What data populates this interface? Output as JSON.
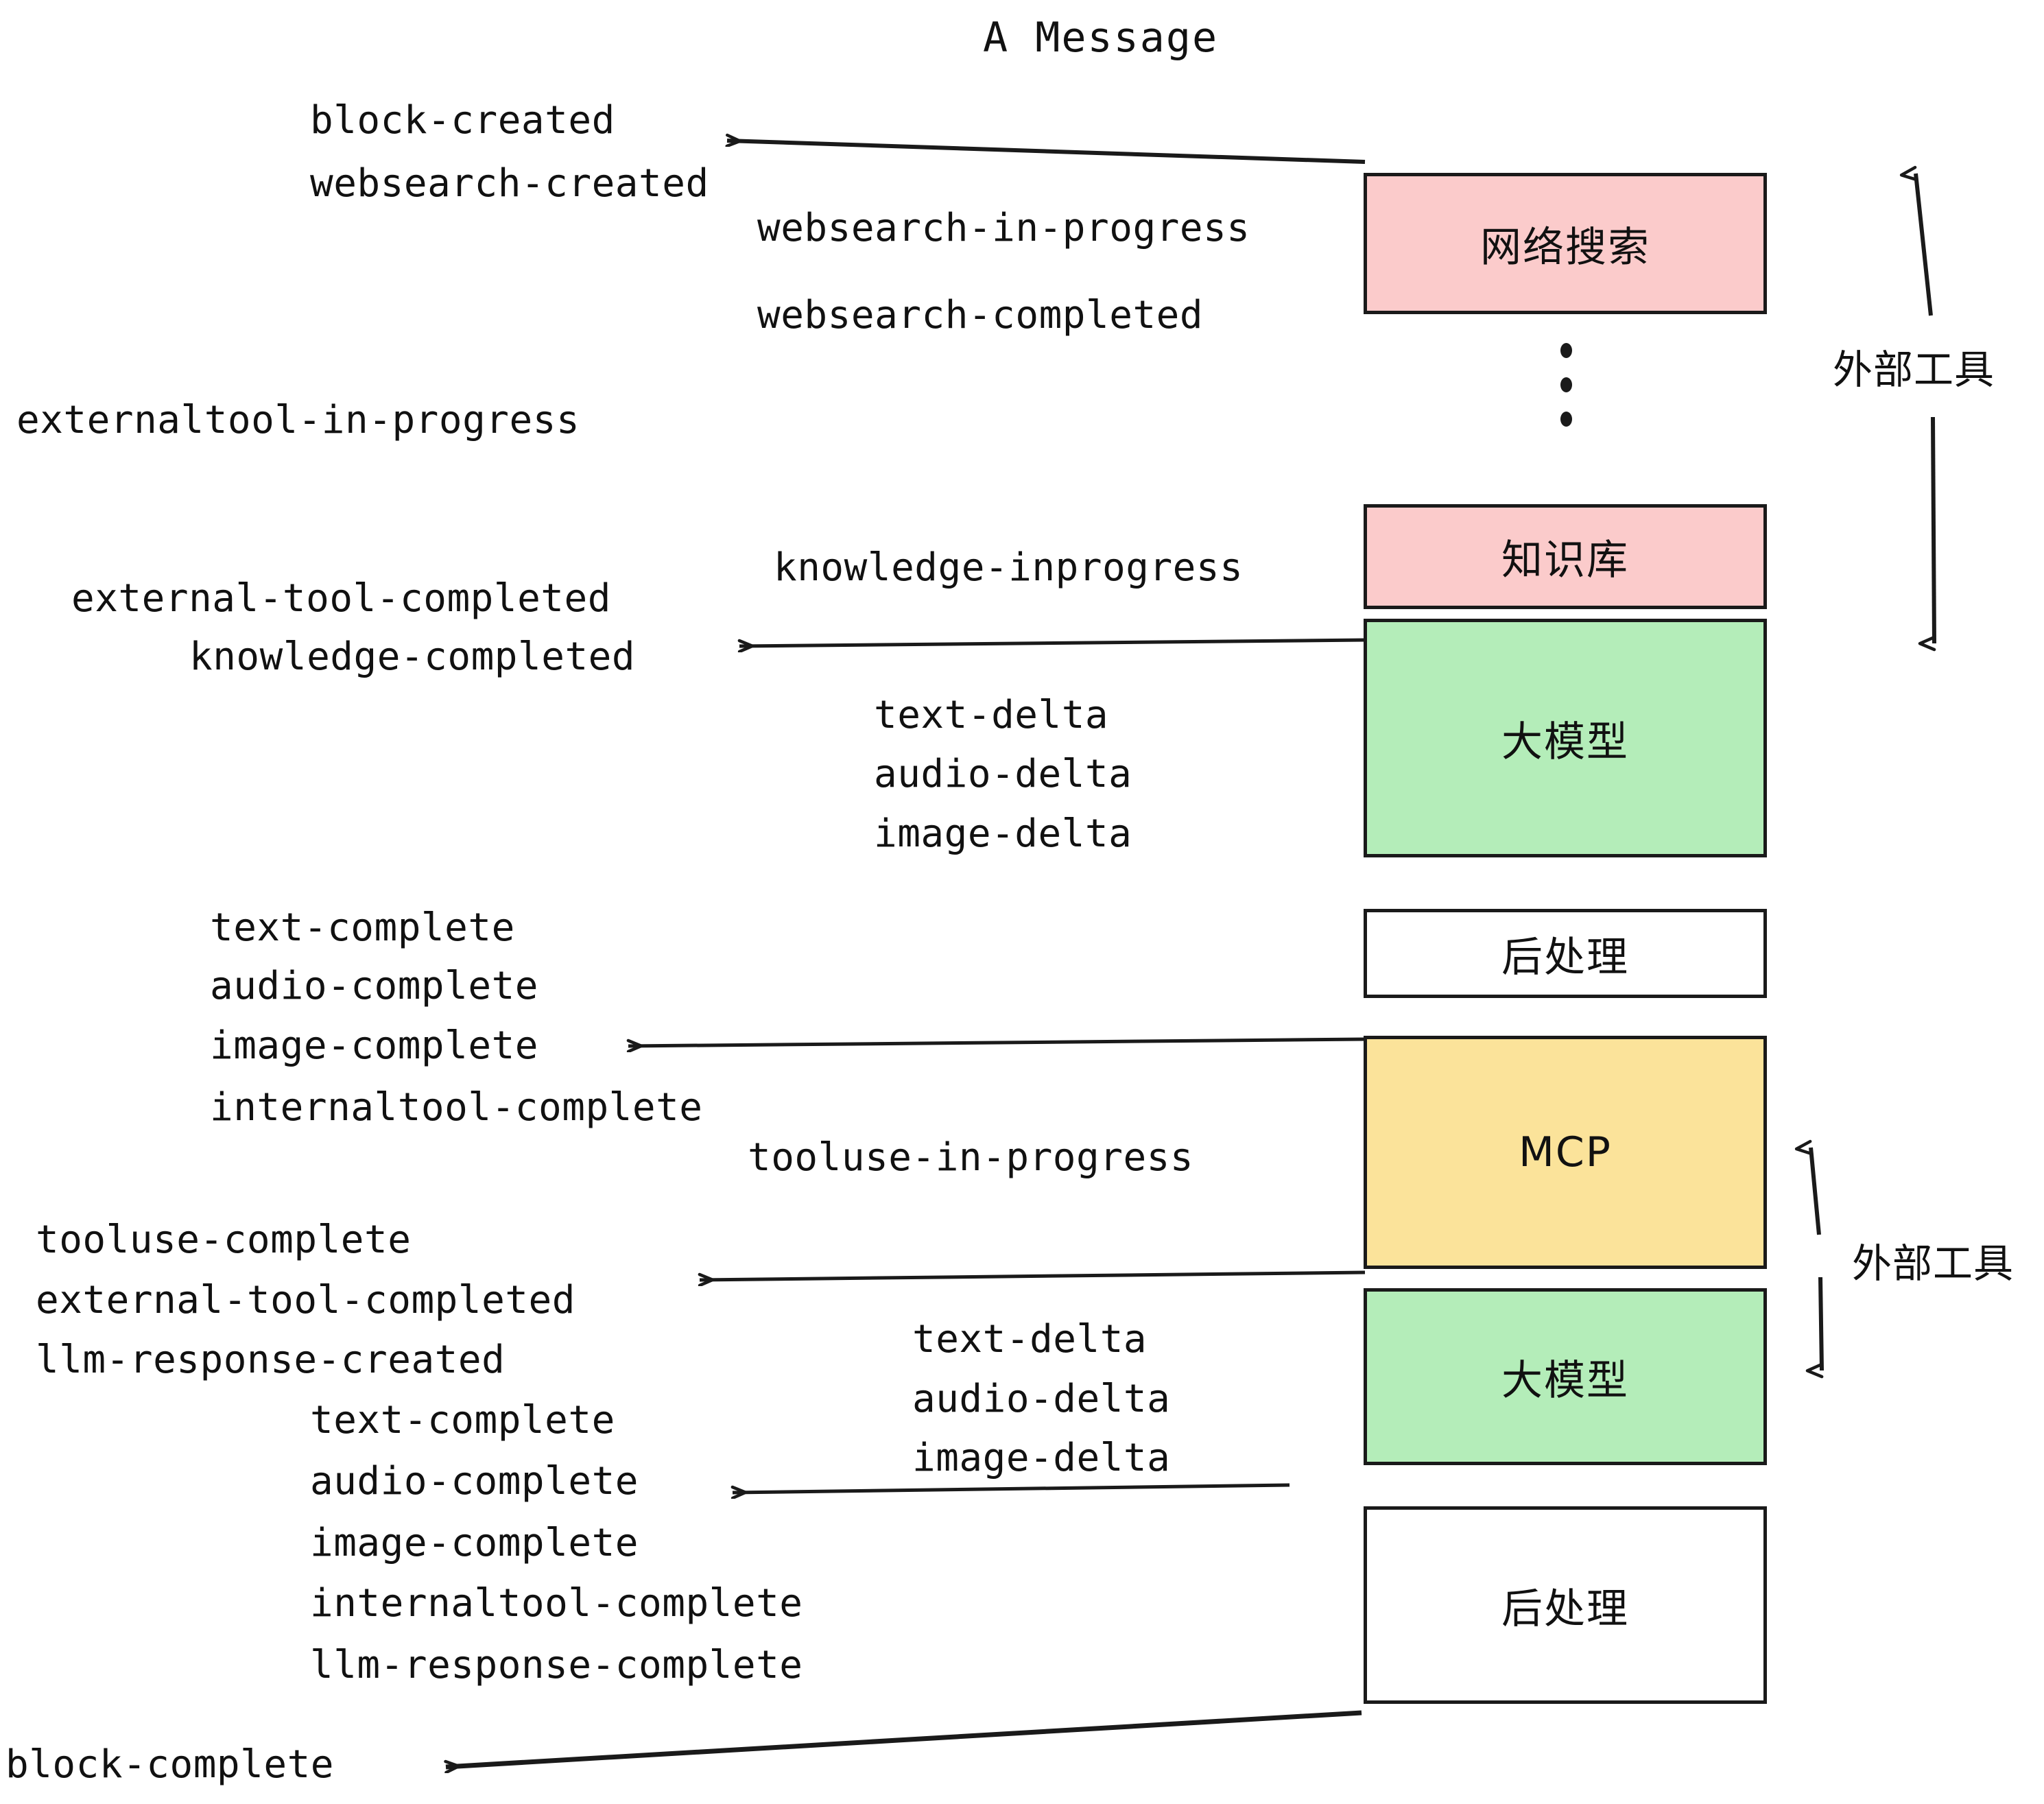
{
  "title": "A Message",
  "colors": {
    "pink": "#fbcbcb",
    "green": "#b4edb9",
    "yellow": "#fbe39a",
    "white": "#ffffff",
    "stroke": "#1a1a1a",
    "text": "#111111"
  },
  "boxes": [
    {
      "id": "websearch",
      "label": "网络搜索",
      "fill": "pink"
    },
    {
      "id": "knowledge",
      "label": "知识库",
      "fill": "pink"
    },
    {
      "id": "llm-upper",
      "label": "大模型",
      "fill": "green"
    },
    {
      "id": "postprocess-upper",
      "label": "后处理",
      "fill": "white"
    },
    {
      "id": "mcp",
      "label": "MCP",
      "fill": "yellow"
    },
    {
      "id": "llm-lower",
      "label": "大模型",
      "fill": "green"
    },
    {
      "id": "postprocess-lower",
      "label": "后处理",
      "fill": "white"
    }
  ],
  "side_labels": [
    {
      "id": "external-tools-upper",
      "text": "外部工具"
    },
    {
      "id": "external-tools-lower",
      "text": "外部工具"
    }
  ],
  "events": {
    "block_created": "block-created",
    "websearch_created": "websearch-created",
    "websearch_in_progress": "websearch-in-progress",
    "websearch_completed": "websearch-completed",
    "externaltool_in_progress": "externaltool-in-progress",
    "knowledge_inprogress": "knowledge-inprogress",
    "external_tool_completed_1": "external-tool-completed",
    "knowledge_completed": "knowledge-completed",
    "text_delta_1": "text-delta",
    "audio_delta_1": "audio-delta",
    "image_delta_1": "image-delta",
    "text_complete_1": "text-complete",
    "audio_complete_1": "audio-complete",
    "image_complete_1": "image-complete",
    "internaltool_complete_1": "internaltool-complete",
    "tooluse_in_progress": "tooluse-in-progress",
    "tooluse_complete": "tooluse-complete",
    "external_tool_completed_2": "external-tool-completed",
    "llm_response_created": "llm-response-created",
    "text_delta_2": "text-delta",
    "audio_delta_2": "audio-delta",
    "image_delta_2": "image-delta",
    "text_complete_2": "text-complete",
    "audio_complete_2": "audio-complete",
    "image_complete_2": "image-complete",
    "internaltool_complete_2": "internaltool-complete",
    "llm_response_complete": "llm-response-complete",
    "block_complete": "block-complete"
  }
}
